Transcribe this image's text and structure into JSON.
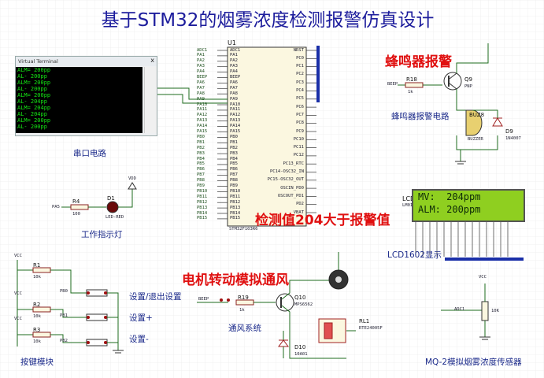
{
  "title": "基于STM32的烟雾浓度检测报警仿真设计",
  "annotations": {
    "buzzer_alarm": "蜂鸣器报警",
    "detect_value": "检测值204大于报警值",
    "motor_vent": "电机转动模拟通风"
  },
  "section_labels": {
    "serial": "串口电路",
    "buzzer_circuit": "蜂鸣器报警电路",
    "work_led": "工作指示灯",
    "lcd": "LCD1602显示",
    "vent": "通风系统",
    "keys": "按键模块",
    "mq2": "MQ-2模拟烟雾浓度传感器"
  },
  "buttons": {
    "set_exit": "设置/退出设置",
    "plus": "设置+",
    "minus": "设置-"
  },
  "terminal": {
    "title": "Virtual Terminal",
    "close": "x",
    "lines": [
      "ALM= 200pp",
      "AL- 200pp",
      "ALM= 200pp",
      "AL- 200pp",
      "ALM= 200pp",
      "AL- 204pp",
      "ALM= 204pp",
      "AL- 204pp",
      "ALM= 200pp",
      "AL- 200pp"
    ]
  },
  "lcd_display": {
    "name": "LCD1",
    "model": "LM016L",
    "line1": "MV:  204ppm",
    "line2": "ALM: 200ppm"
  },
  "mcu": {
    "ref": "U1",
    "part": "STM32F103R6",
    "left_pins": [
      "ADC1",
      "PA1",
      "PA2",
      "PA3",
      "PA4",
      "BEEP",
      "PA6",
      "PA7",
      "PA8",
      "PA9",
      "PA10",
      "PA11",
      "PA12",
      "PA13",
      "PA14",
      "PA15",
      "PB0",
      "PB1",
      "PB2",
      "PB3",
      "PB4",
      "PB5",
      "PB6",
      "PB7",
      "PB8",
      "PB9",
      "PB10",
      "PB11",
      "PB12",
      "PB13",
      "PB14",
      "PB15"
    ],
    "right_pins": [
      "NRST",
      "PC0",
      "PC1",
      "PC2",
      "PC3",
      "PC4",
      "PC5",
      "PC6",
      "PC7",
      "PC8",
      "PC9",
      "PC10",
      "PC11",
      "PC12",
      "PC13_RTC",
      "PC14-OSC32_IN",
      "PC15-OSC32_OUT",
      "OSCIN_PD0",
      "OSCOUT_PD1",
      "PD2",
      "VBAT"
    ]
  },
  "components": {
    "r18": {
      "ref": "R18",
      "value": "1k",
      "net": "BEEP"
    },
    "q9": {
      "ref": "Q9",
      "type": "PNP"
    },
    "buz": {
      "ref": "BUZ8",
      "type": "BUZZER"
    },
    "d9": {
      "ref": "D9",
      "type": "1N4007"
    },
    "r4": {
      "ref": "R4",
      "value": "100",
      "net": "PA5"
    },
    "d1": {
      "ref": "D1",
      "type": "LED-RED"
    },
    "vdd": "VDD",
    "vcc": "VCC",
    "r1": {
      "ref": "R1",
      "value": "10k"
    },
    "r2": {
      "ref": "R2",
      "value": "10k"
    },
    "r3": {
      "ref": "R3",
      "value": "10k"
    },
    "key_nets": [
      "PB0",
      "PB1",
      "PB2"
    ],
    "r19": {
      "ref": "R19",
      "value": "1k",
      "net": "BEEP"
    },
    "q10": {
      "ref": "Q10",
      "type": "MPS6562"
    },
    "d10": {
      "ref": "D10",
      "type": "10A01"
    },
    "rl1": {
      "ref": "RL1",
      "type": "RTE24005F"
    },
    "pot": {
      "value": "10K",
      "net": "ADC1"
    }
  }
}
